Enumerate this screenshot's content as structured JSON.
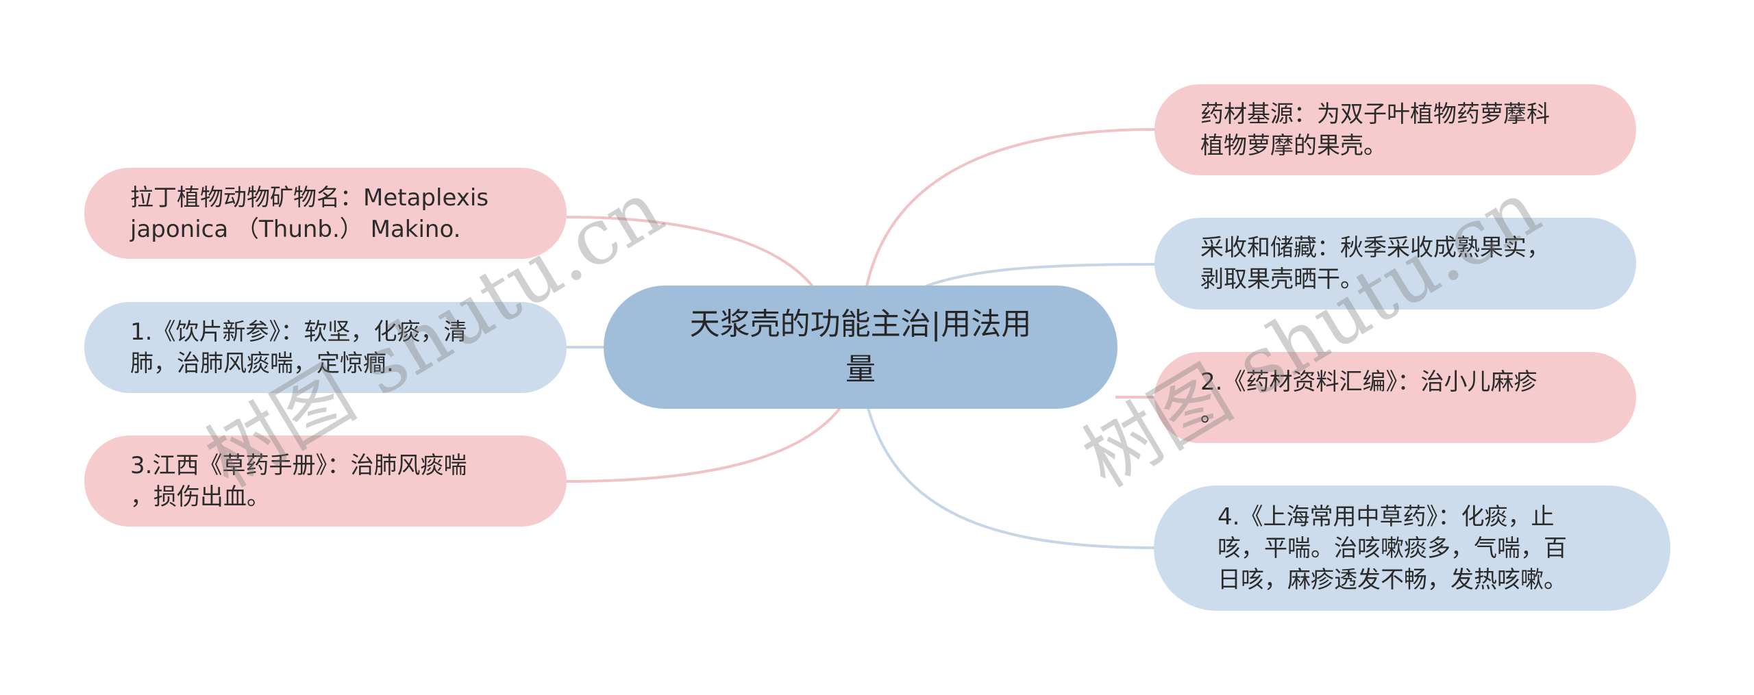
{
  "colors": {
    "central_fill": "#a0bdd9",
    "pink_fill": "#f5cbcd",
    "blue_fill": "#ccdcec",
    "pink_link": "#f0c4c6",
    "blue_link": "#c6d6e6",
    "text": "#2b2b2b"
  },
  "central_topic": {
    "lines": [
      "天浆壳的功能主治|用法用",
      "量"
    ]
  },
  "left_branches": [
    {
      "color": "pink",
      "lines": [
        "拉丁植物动物矿物名：Metaplexis",
        "japonica （Thunb.） Makino."
      ]
    },
    {
      "color": "blue",
      "lines": [
        "1.《饮片新参》：软坚，化痰，清",
        "肺，治肺风痰喘，定惊癎."
      ]
    },
    {
      "color": "pink",
      "lines": [
        "3.江西《草药手册》：治肺风痰喘",
        "，损伤出血。"
      ]
    }
  ],
  "right_branches": [
    {
      "color": "pink",
      "lines": [
        "药材基源：为双子叶植物药萝藦科",
        "植物萝摩的果壳。"
      ]
    },
    {
      "color": "blue",
      "lines": [
        "采收和储藏：秋季采收成熟果实，",
        "剥取果壳晒干。"
      ]
    },
    {
      "color": "pink",
      "lines": [
        "2.《药材资料汇编》：治小儿麻疹",
        "。"
      ]
    },
    {
      "color": "blue",
      "lines": [
        "4.《上海常用中草药》：化痰，止",
        "咳，平喘。治咳嗽痰多，气喘，百",
        "日咳，麻疹透发不畅，发热咳嗽。"
      ]
    }
  ],
  "watermarks": [
    "树图 shutu.cn",
    "树图 shutu.cn"
  ]
}
